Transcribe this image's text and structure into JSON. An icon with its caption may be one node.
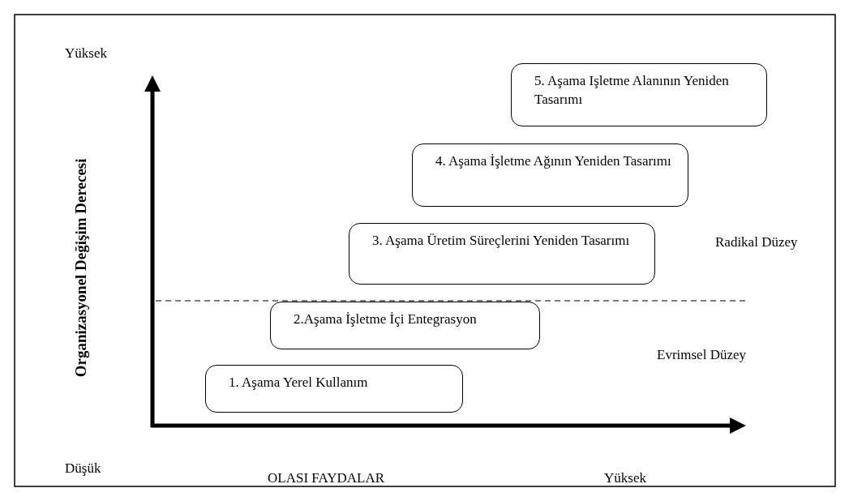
{
  "diagram": {
    "nodes": [
      {
        "text": [
          "5. Aşama Işletme Alanının Yeniden Tasarımı"
        ]
      },
      {
        "text": [
          "4. Aşama İşletme Ağının Yeniden Tasarımı"
        ]
      },
      {
        "text": [
          "3. Aşama Üretim Süreçlerini Yeniden Tasarımı"
        ]
      },
      {
        "text": [
          "2.Aşama İşletme İçi Entegrasyon"
        ]
      },
      {
        "text": [
          "1. Aşama Yerel Kullanım"
        ]
      }
    ],
    "labels": [
      "Yüksek",
      "Organizasyonel Değişim Derecesi",
      "Radikal Düzey",
      "Evrimsel Düzey",
      "Düşük",
      "OLASI FAYDALAR",
      "Yüksek"
    ]
  }
}
